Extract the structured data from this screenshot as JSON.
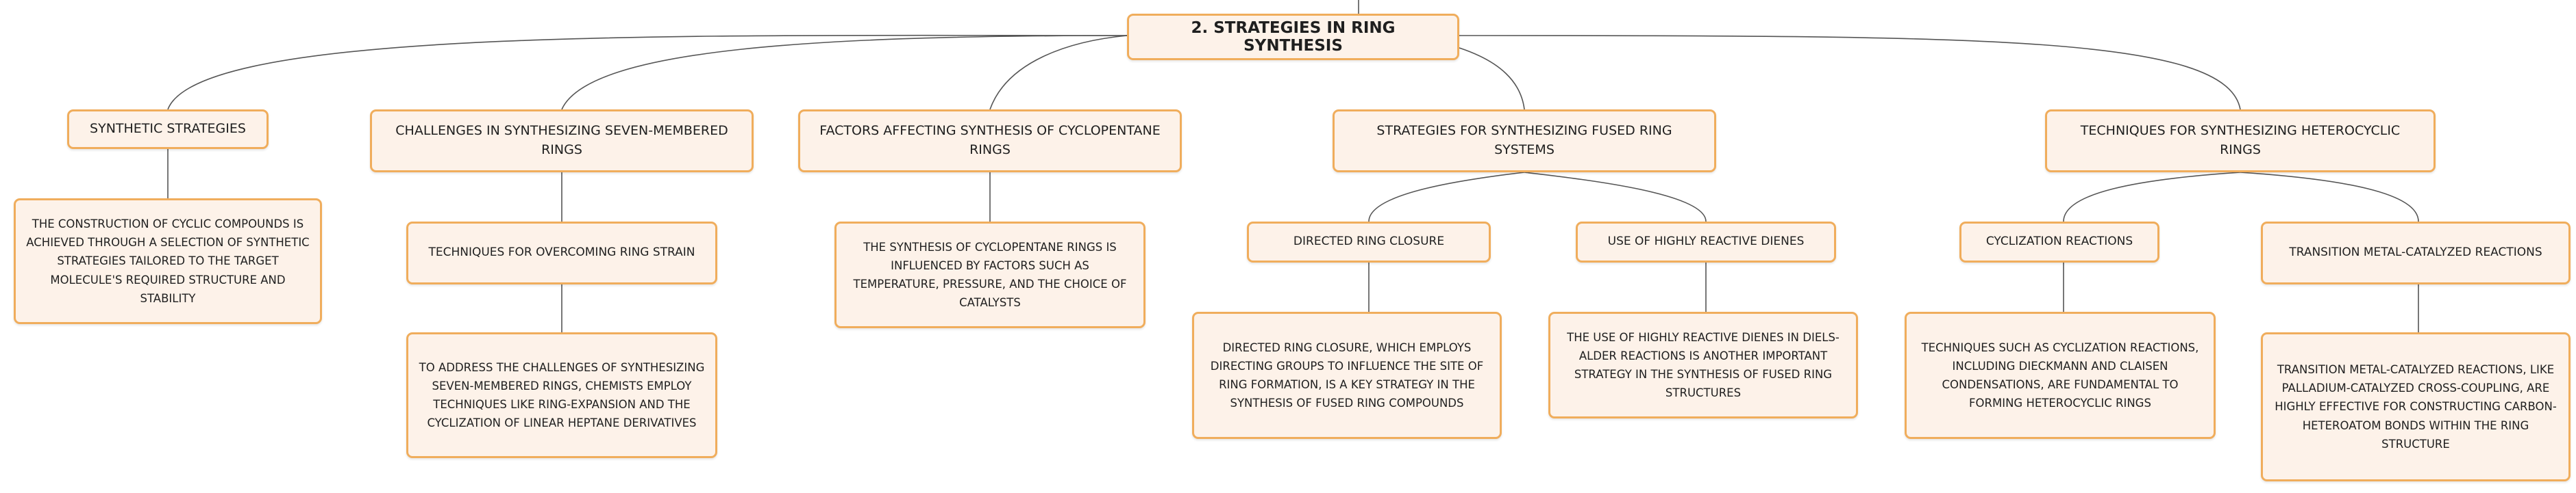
{
  "colors": {
    "node_fill": "#fdf2e9",
    "node_border": "#f0ad5c",
    "link": "#555555"
  },
  "root": {
    "title": "2. STRATEGIES IN RING SYNTHESIS"
  },
  "branches": [
    {
      "title": "SYNTHETIC STRATEGIES",
      "detail": "THE CONSTRUCTION OF CYCLIC COMPOUNDS IS ACHIEVED THROUGH A SELECTION OF SYNTHETIC STRATEGIES TAILORED TO THE TARGET MOLECULE'S REQUIRED STRUCTURE AND STABILITY"
    },
    {
      "title": "CHALLENGES IN SYNTHESIZING SEVEN-MEMBERED RINGS",
      "child": {
        "title": "TECHNIQUES FOR OVERCOMING RING STRAIN",
        "detail": "TO ADDRESS THE CHALLENGES OF SYNTHESIZING SEVEN-MEMBERED RINGS, CHEMISTS EMPLOY TECHNIQUES LIKE RING-EXPANSION AND THE CYCLIZATION OF LINEAR HEPTANE DERIVATIVES"
      }
    },
    {
      "title": "FACTORS AFFECTING SYNTHESIS OF CYCLOPENTANE RINGS",
      "detail": "THE SYNTHESIS OF CYCLOPENTANE RINGS IS INFLUENCED BY FACTORS SUCH AS TEMPERATURE, PRESSURE, AND THE CHOICE OF CATALYSTS"
    },
    {
      "title": "STRATEGIES FOR SYNTHESIZING FUSED RING SYSTEMS",
      "children": [
        {
          "title": "DIRECTED RING CLOSURE",
          "detail": "DIRECTED RING CLOSURE, WHICH EMPLOYS DIRECTING GROUPS TO INFLUENCE THE SITE OF RING FORMATION, IS A KEY STRATEGY IN THE SYNTHESIS OF FUSED RING COMPOUNDS"
        },
        {
          "title": "USE OF HIGHLY REACTIVE DIENES",
          "detail": "THE USE OF HIGHLY REACTIVE DIENES IN DIELS-ALDER REACTIONS IS ANOTHER IMPORTANT STRATEGY IN THE SYNTHESIS OF FUSED RING STRUCTURES"
        }
      ]
    },
    {
      "title": "TECHNIQUES FOR SYNTHESIZING HETEROCYCLIC RINGS",
      "children": [
        {
          "title": "CYCLIZATION REACTIONS",
          "detail": "TECHNIQUES SUCH AS CYCLIZATION REACTIONS, INCLUDING DIECKMANN AND CLAISEN CONDENSATIONS, ARE FUNDAMENTAL TO FORMING HETEROCYCLIC RINGS"
        },
        {
          "title": "TRANSITION METAL-CATALYZED REACTIONS",
          "detail": "TRANSITION METAL-CATALYZED REACTIONS, LIKE PALLADIUM-CATALYZED CROSS-COUPLING, ARE HIGHLY EFFECTIVE FOR CONSTRUCTING CARBON-HETEROATOM BONDS WITHIN THE RING STRUCTURE"
        }
      ]
    }
  ]
}
